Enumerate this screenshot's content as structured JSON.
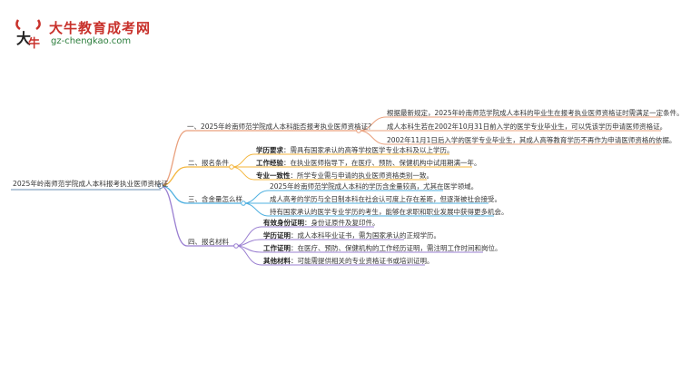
{
  "logo": {
    "cn": "大牛教育成考网",
    "en": "gz-chengkao.com"
  },
  "colors": {
    "b1": "#e9a07d",
    "b2": "#f4b63d",
    "b3": "#4fb0e0",
    "b4": "#9a7fd1"
  },
  "root": "2025年岭南师范学院成人本科报考执业医师资格证",
  "branches": [
    {
      "label": "一、2025年岭南师范学院成人本科能否报考执业医师资格证？",
      "items": [
        {
          "text": "根据最新规定，2025年岭南师范学院成人本科的毕业生在报考执业医师资格证时需满足一定条件。"
        },
        {
          "text": "成人本科生若在2002年10月31日前入学的医学专业毕业生，可以凭该学历申请医师资格证。"
        },
        {
          "text": "2002年11月1日后入学的医学专业毕业生，其成人高等教育学历不再作为申请医师资格的依据。"
        }
      ]
    },
    {
      "label": "二、报名条件",
      "items": [
        {
          "key": "学历要求",
          "text": "：需具有国家承认的高等学校医学专业本科及以上学历。"
        },
        {
          "key": "工作经验",
          "text": "：在执业医师指导下，在医疗、预防、保健机构中试用期满一年。"
        },
        {
          "key": "专业一致性",
          "text": "：所学专业需与申请的执业医师资格类别一致。"
        }
      ]
    },
    {
      "label": "三、含金量怎么样",
      "items": [
        {
          "text": "2025年岭南师范学院成人本科的学历含金量较高，尤其在医学领域。"
        },
        {
          "text": "成人高考的学历与全日制本科在社会认可度上存在差距，但逐渐被社会接受。"
        },
        {
          "text": "持有国家承认的医学专业学历的考生，能够在求职和职业发展中获得更多机会。"
        }
      ]
    },
    {
      "label": "四、报名材料",
      "items": [
        {
          "key": "有效身份证明",
          "text": "：身份证原件及复印件。"
        },
        {
          "key": "学历证明",
          "text": "：成人本科毕业证书，需为国家承认的正规学历。"
        },
        {
          "key": "工作证明",
          "text": "：在医疗、预防、保健机构的工作经历证明，需注明工作时间和岗位。"
        },
        {
          "key": "其他材料",
          "text": "：可能需提供相关的专业资格证书或培训证明。"
        }
      ]
    }
  ]
}
